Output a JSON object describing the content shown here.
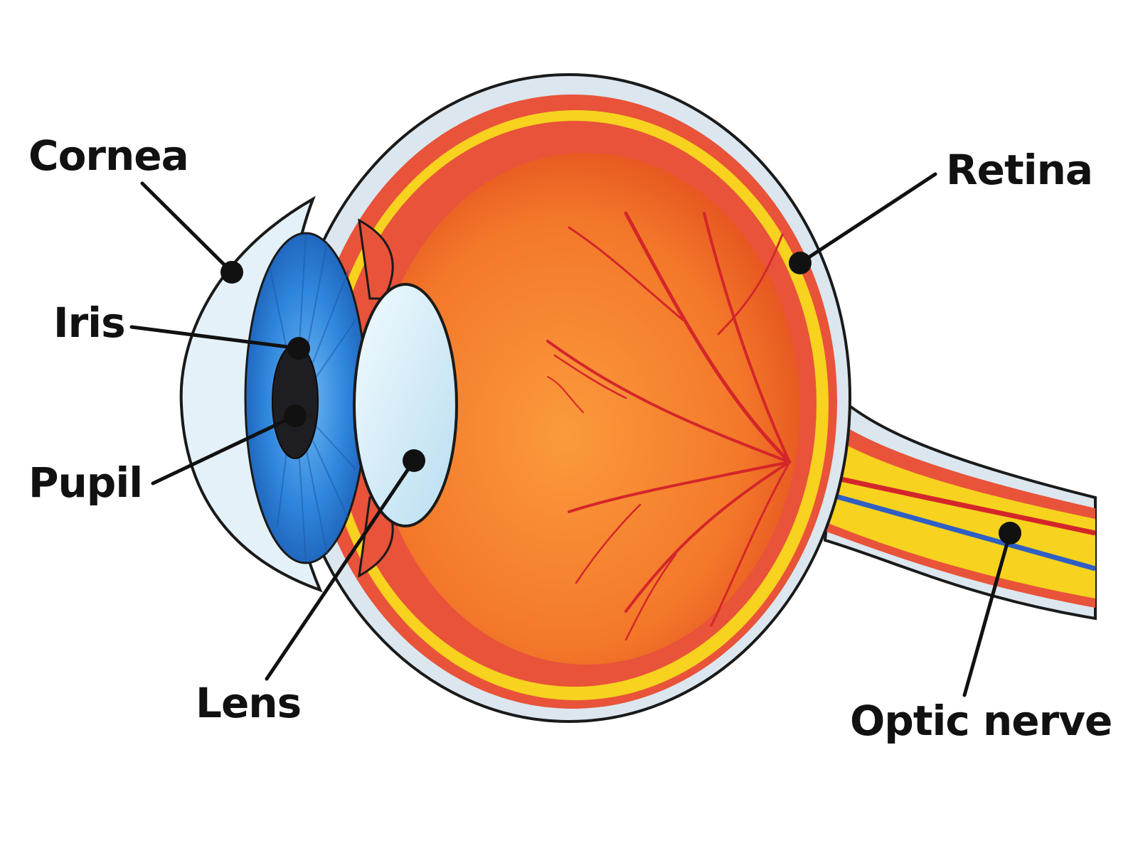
{
  "labels": {
    "cornea": "Cornea",
    "iris": "Iris",
    "pupil": "Pupil",
    "lens": "Lens",
    "retina": "Retina",
    "optic_nerve": "Optic nerve"
  },
  "colors": {
    "sclera_outer": "#dbe6ee",
    "outline": "#1a1a1a",
    "choroid": "#e8533a",
    "retina_layer": "#f7d21f",
    "vitreous": "#f07a2a",
    "vessel": "#d4262a",
    "iris_blue": "#2f86dd",
    "pupil": "#1e1e22",
    "lens": "#c9e6f5",
    "cornea": "#e4f1f8",
    "nerve_artery": "#d4262a",
    "nerve_vein": "#2f5fc4"
  }
}
